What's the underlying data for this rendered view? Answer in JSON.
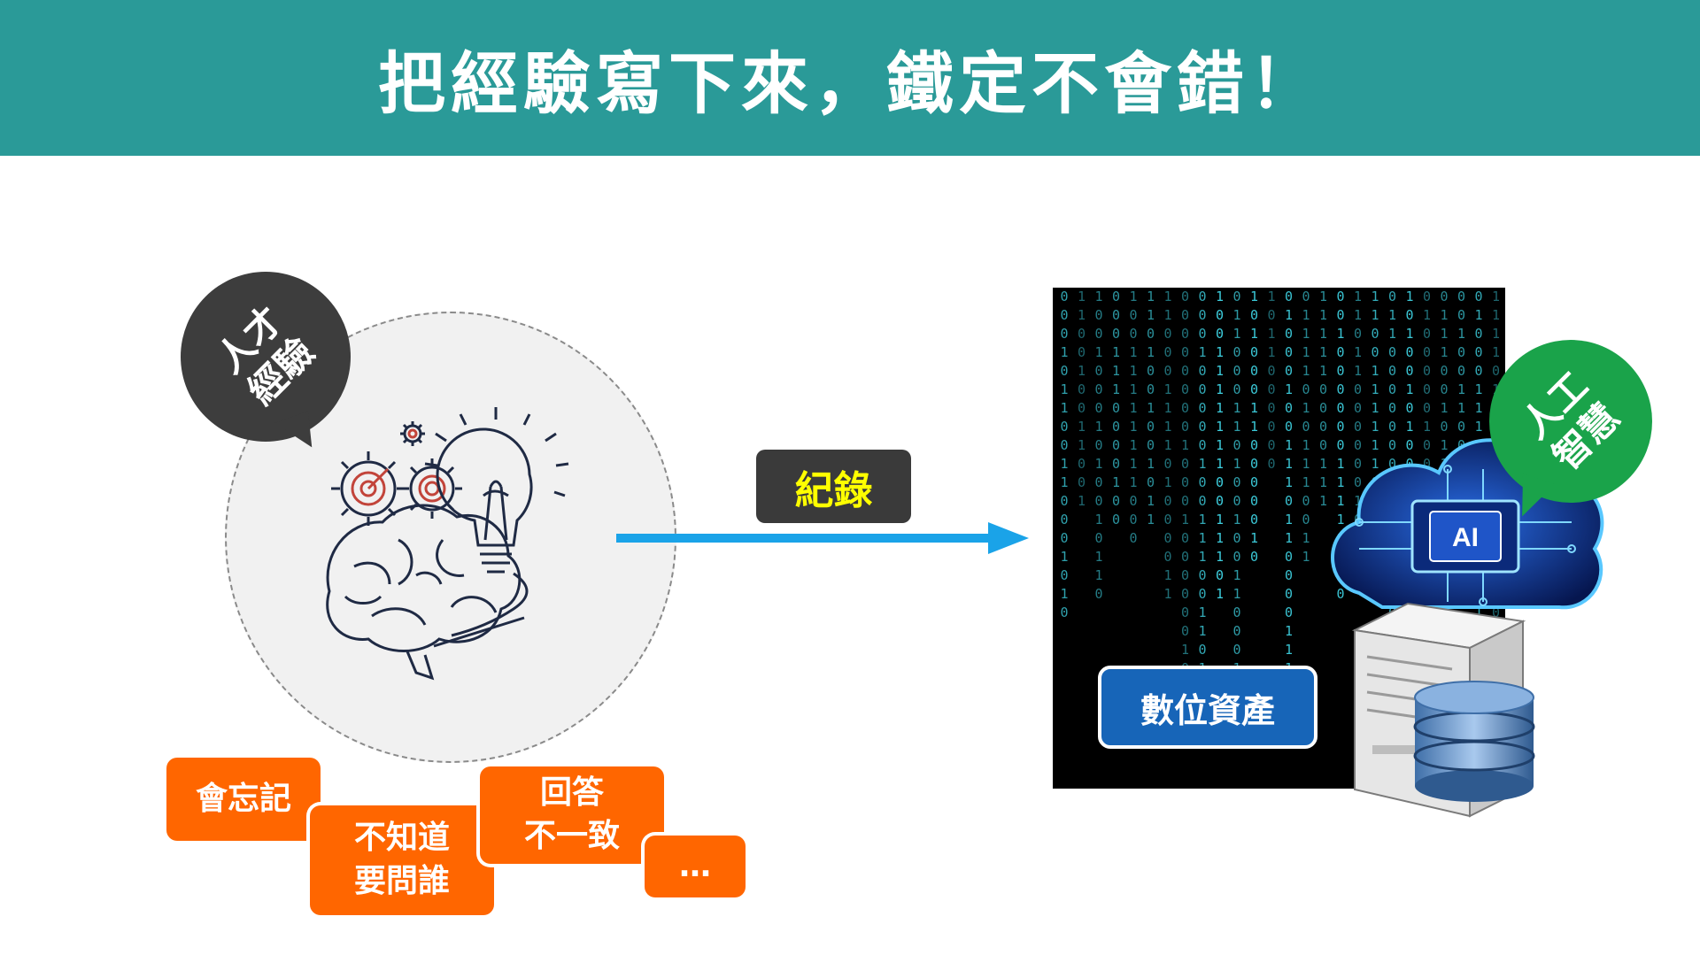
{
  "header": {
    "title": "把經驗寫下來，鐵定不會錯！"
  },
  "left": {
    "bubble": {
      "line1": "人才",
      "line2": "經驗"
    },
    "notes": [
      {
        "lines": [
          "會忘記"
        ]
      },
      {
        "lines": [
          "不知道",
          "要問誰"
        ]
      },
      {
        "lines": [
          "回答",
          "不一致"
        ]
      },
      {
        "lines": [
          "…"
        ]
      }
    ]
  },
  "middle": {
    "record_label": "紀錄"
  },
  "right": {
    "matrix_icon": "binary-code-rain",
    "digital_assets_label": "數位資產",
    "ai_chip_label": "AI",
    "ai_bubble": {
      "line1": "人工",
      "line2": "智慧"
    },
    "server_icon": "server-tower-icon",
    "database_icon": "database-icon"
  },
  "colors": {
    "header_bg": "#2a9a98",
    "note_orange": "#ff6600",
    "arrow_blue": "#1aa3e8",
    "record_text": "#ffff00",
    "digital_assets_bg": "#1765b8",
    "ai_bubble_green": "#1aa34a"
  }
}
